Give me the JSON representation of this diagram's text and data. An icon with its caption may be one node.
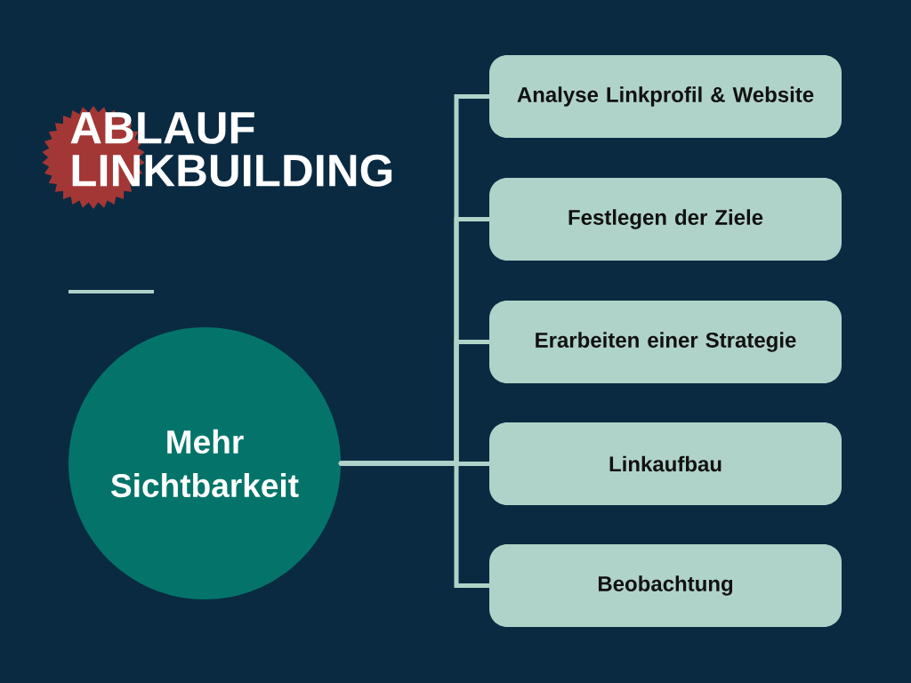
{
  "diagram": {
    "title": "ABLAUF LINKBUILDING",
    "nodes": [
      {
        "text": [],
        "shape": "star"
      },
      {
        "text": [
          "Mehr Sichtbarkeit"
        ]
      },
      {
        "text": [
          "Analyse Linkprofil & Website"
        ]
      },
      {
        "text": [
          "Festlegen der Ziele"
        ]
      },
      {
        "text": [
          "Erarbeiten einer Strategie"
        ]
      },
      {
        "text": [
          "Linkaufbau"
        ]
      },
      {
        "text": [
          "Beobachtung"
        ]
      }
    ],
    "edges": [
      {
        "from": 1,
        "to": 2,
        "arrow": "none"
      },
      {
        "from": 1,
        "to": 3,
        "arrow": "none"
      },
      {
        "from": 1,
        "to": 4,
        "arrow": "none"
      },
      {
        "from": 1,
        "to": 5,
        "arrow": "none"
      },
      {
        "from": 1,
        "to": 6,
        "arrow": "none"
      }
    ]
  }
}
